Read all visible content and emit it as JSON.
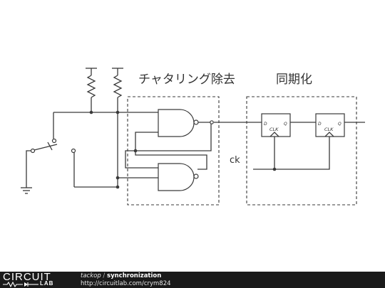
{
  "diagram": {
    "title_debounce": "チャタリング除去",
    "title_sync": "同期化",
    "clock_label": "ck",
    "ff1": {
      "d": "D",
      "q": "Q",
      "clk": "CLK"
    },
    "ff2": {
      "d": "D",
      "q": "Q",
      "clk": "CLK"
    }
  },
  "footer": {
    "logo_top": "CIRCUIT",
    "logo_bottom": "LAB",
    "author": "tackop",
    "separator": " / ",
    "project": "synchronization",
    "url": "http://circuitlab.com/crym824",
    "background_color": "#1a1a1a"
  }
}
